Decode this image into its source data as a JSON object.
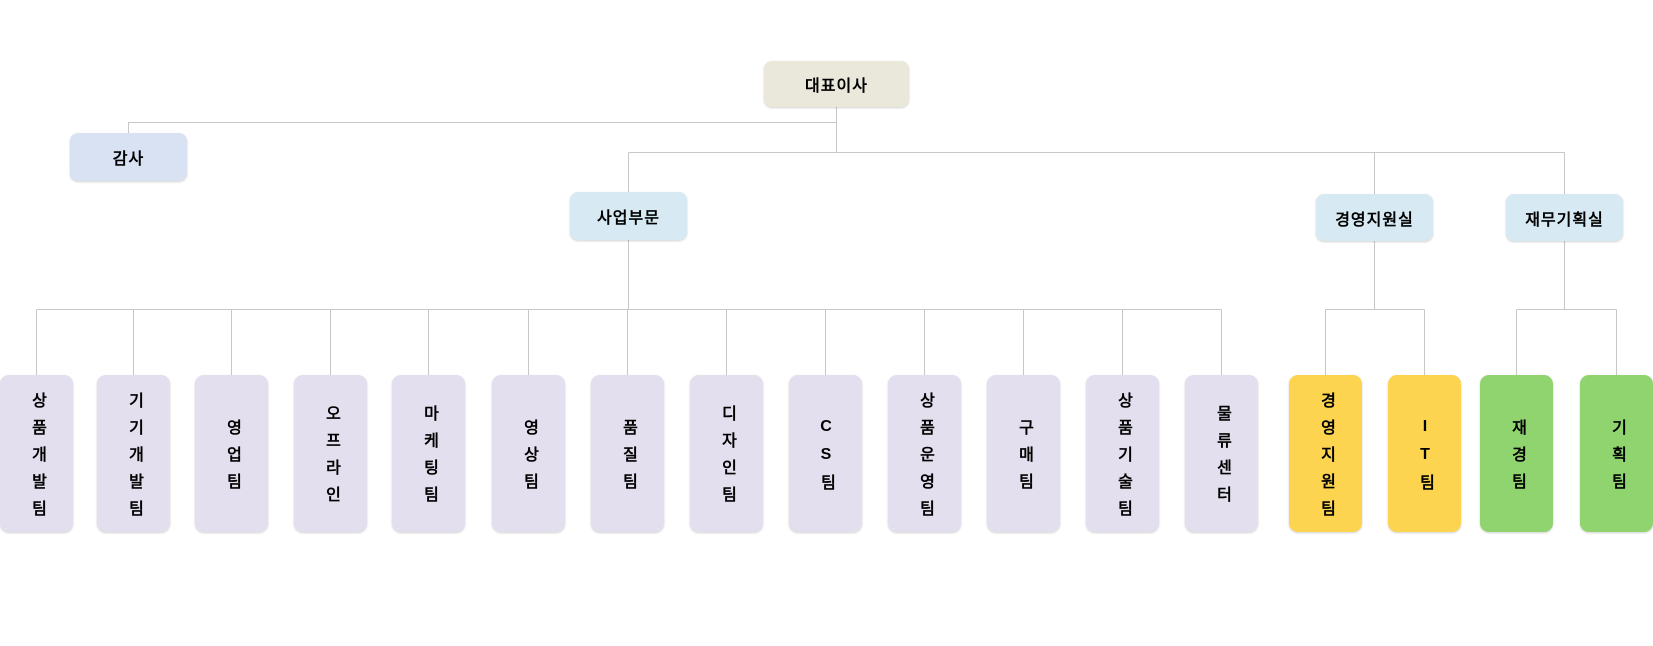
{
  "chart_title": "",
  "colors": {
    "ceo_fill": "#EAE7DB",
    "audit_fill": "#D9E2F3",
    "division_fill": "#D7EAF3",
    "business_team_fill": "#E3DFEE",
    "support_team_fill": "#FCD44F",
    "finance_team_fill": "#90D46F",
    "connector_line": "#C7C7C7",
    "text": "#000000",
    "background": "#FFFFFF"
  },
  "nodes": {
    "ceo": {
      "label": "대표이사"
    },
    "audit": {
      "label": "감사",
      "parent": "대표이사"
    },
    "divisions": [
      {
        "label": "사업부문",
        "parent": "대표이사"
      },
      {
        "label": "경영지원실",
        "parent": "대표이사"
      },
      {
        "label": "재무기획실",
        "parent": "대표이사"
      }
    ],
    "teams": [
      {
        "label": "상품개발팀",
        "parent": "사업부문"
      },
      {
        "label": "기기개발팀",
        "parent": "사업부문"
      },
      {
        "label": "영업팀",
        "parent": "사업부문"
      },
      {
        "label": "오프라인",
        "parent": "사업부문"
      },
      {
        "label": "마케팅팀",
        "parent": "사업부문"
      },
      {
        "label": "영상팀",
        "parent": "사업부문"
      },
      {
        "label": "품질팀",
        "parent": "사업부문"
      },
      {
        "label": "디자인팀",
        "parent": "사업부문"
      },
      {
        "label": "CS팀",
        "parent": "사업부문"
      },
      {
        "label": "상품운영팀",
        "parent": "사업부문"
      },
      {
        "label": "구매팀",
        "parent": "사업부문"
      },
      {
        "label": "상품기술팀",
        "parent": "사업부문"
      },
      {
        "label": "물류센터",
        "parent": "사업부문"
      },
      {
        "label": "경영지원팀",
        "parent": "경영지원실"
      },
      {
        "label": "IT팀",
        "parent": "경영지원실"
      },
      {
        "label": "재경팀",
        "parent": "재무기획실"
      },
      {
        "label": "기획팀",
        "parent": "재무기획실"
      }
    ]
  }
}
